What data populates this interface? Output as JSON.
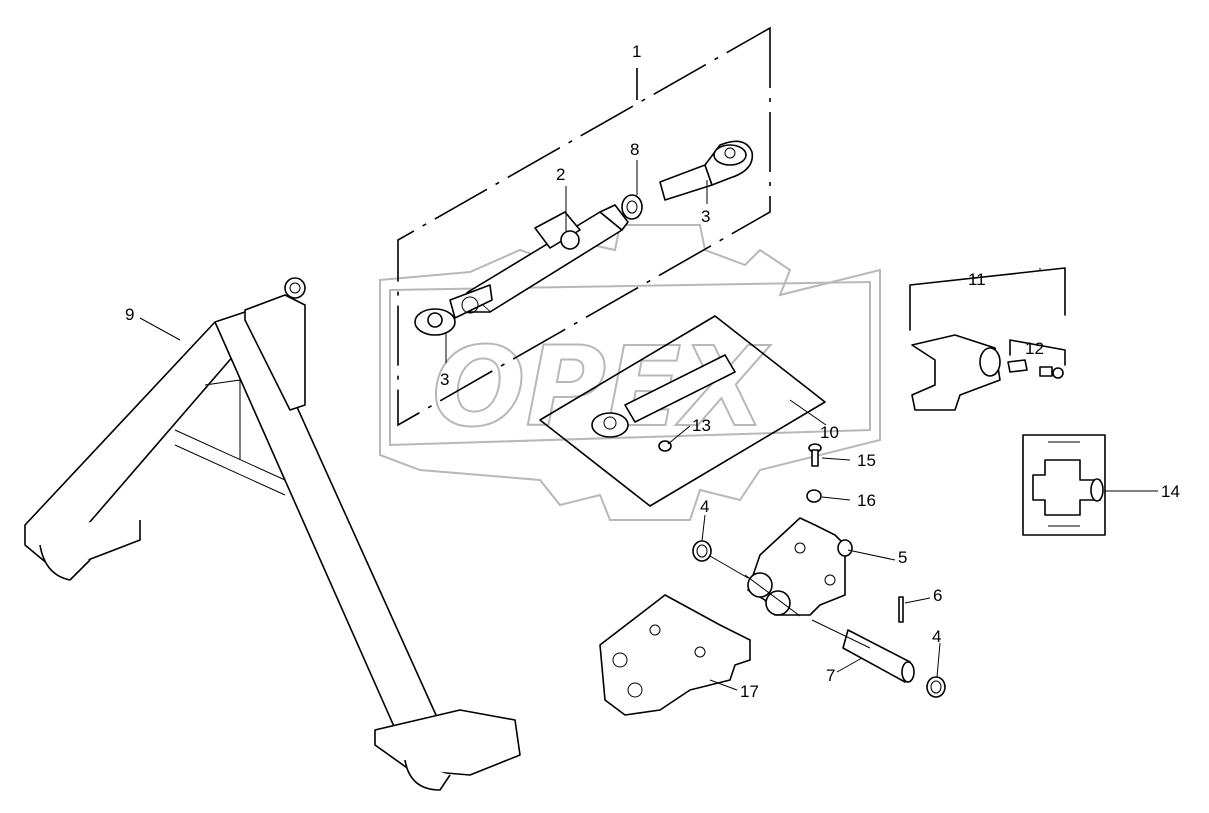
{
  "watermark": {
    "text": "OPEX"
  },
  "labels": {
    "l1": "1",
    "l2": "2",
    "l3a": "3",
    "l3b": "3",
    "l4a": "4",
    "l4b": "4",
    "l5": "5",
    "l6": "6",
    "l7": "7",
    "l8": "8",
    "l9": "9",
    "l10": "10",
    "l11": "11",
    "l12": "12",
    "l13": "13",
    "l14": "14",
    "l15": "15",
    "l16": "16",
    "l17": "17"
  }
}
